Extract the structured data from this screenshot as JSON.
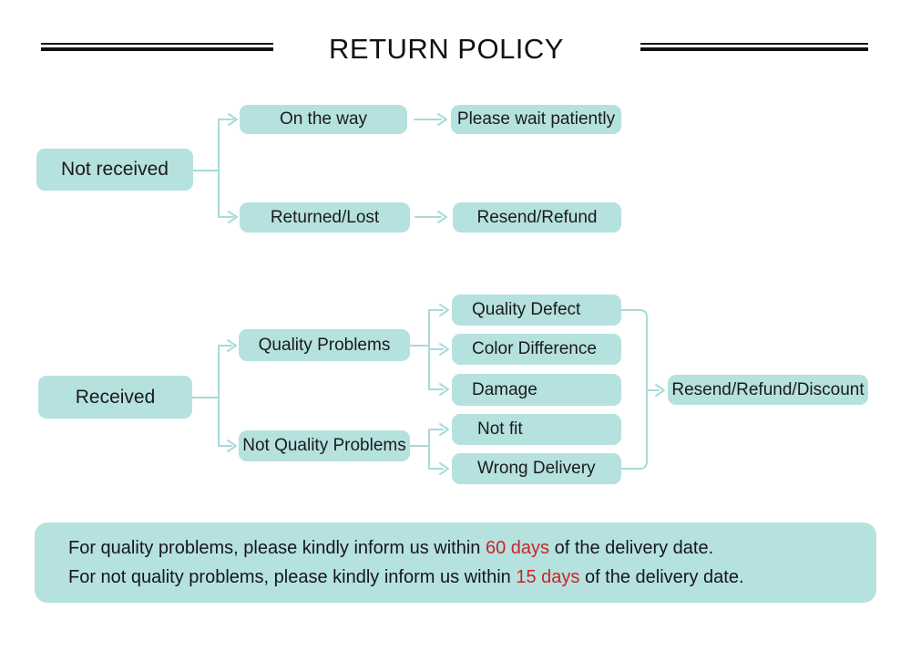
{
  "title": "RETURN POLICY",
  "nodes": {
    "not_received": "Not received",
    "on_the_way": "On the way",
    "please_wait_patiently": "Please wait patiently",
    "returned_lost": "Returned/Lost",
    "resend_refund": "Resend/Refund",
    "received": "Received",
    "quality_problems": "Quality Problems",
    "not_quality_problems": "Not Quality Problems",
    "quality_defect": "Quality Defect",
    "color_difference": "Color Difference",
    "damage": "Damage",
    "not_fit": "Not fit",
    "wrong_delivery": "Wrong Delivery",
    "resend_refund_discount": "Resend/Refund/Discount"
  },
  "footer": {
    "line1": {
      "prefix": "For quality problems, please kindly inform us within ",
      "highlight": "60 days",
      "suffix": " of the delivery date."
    },
    "line2": {
      "prefix": "For not quality problems, please kindly inform us within ",
      "highlight": "15 days",
      "suffix": " of the delivery date."
    }
  },
  "colors": {
    "box_fill": "#b5e1df",
    "connector": "#a8dbd9",
    "text": "#1b1b1b",
    "highlight_red": "#cc2427",
    "title_text": "#111111"
  }
}
